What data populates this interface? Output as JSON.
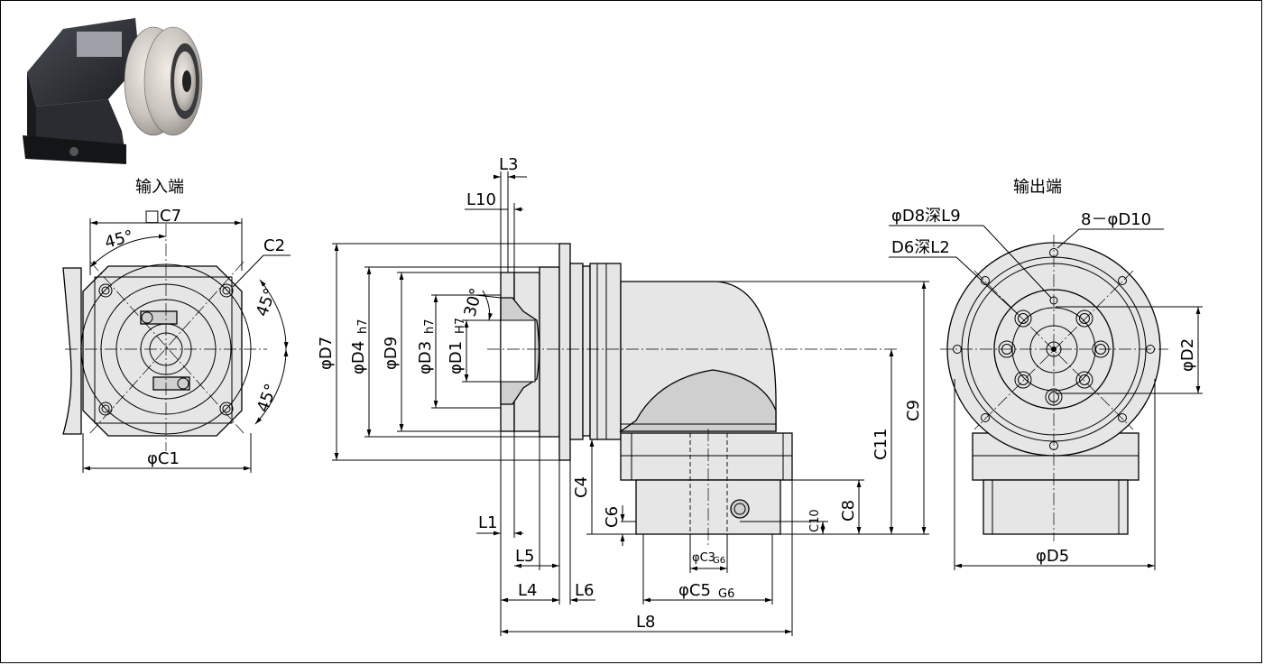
{
  "sections": {
    "input_end": "输入端",
    "output_end": "输出端"
  },
  "labels": {
    "C7": "□C7",
    "C2": "C2",
    "C1": "φC1",
    "angle_top": "45°",
    "angle_right_top": "45°",
    "angle_right_bottom": "45°",
    "L3": "L3",
    "L10": "L10",
    "D7": "φD7",
    "D4": "φD4",
    "D4_tol": "h7",
    "D9": "φD9",
    "D3": "φD3",
    "D3_tol": "h7",
    "D1": "φD1",
    "D1_tol": "H7",
    "angle_30": "30°",
    "C4": "C4",
    "C6": "C6",
    "C3": "φC3",
    "C3_tol": "G6",
    "C10": "C10",
    "C8": "C8",
    "C11": "C11",
    "C9": "C9",
    "L1": "L1",
    "L5": "L5",
    "L4": "L4",
    "L6": "L6",
    "C5": "φC5",
    "C5_tol": "G6",
    "L8": "L8",
    "D8L9": "φD8深L9",
    "D10": "8－φD10",
    "D6L2": "D6深L2",
    "D2": "φD2",
    "D5": "φD5"
  },
  "colors": {
    "line": "#000000",
    "body_fill": "#e6e6e6",
    "dark_fill": "#cfcfcf",
    "photo_dark": "#2a2c31",
    "photo_metal": "#c9c4bd"
  },
  "photo": {
    "icon": "gearbox-photo-icon"
  }
}
